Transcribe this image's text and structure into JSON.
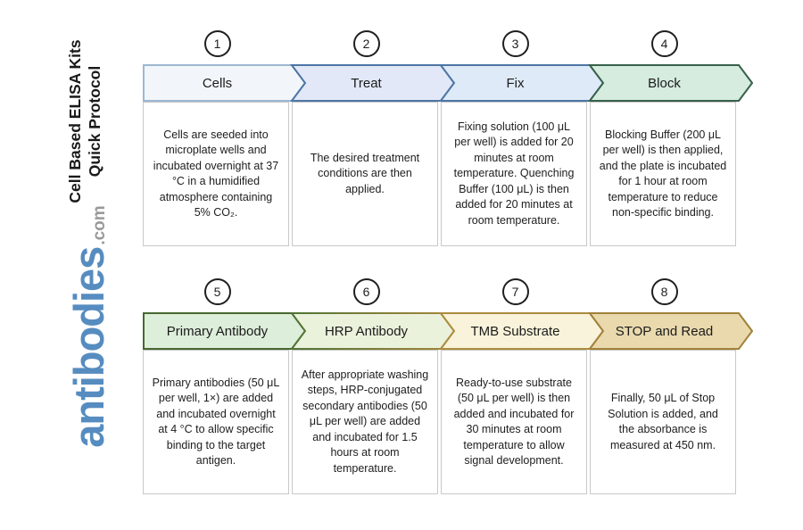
{
  "sidebar": {
    "title_line1": "Cell Based ELISA Kits",
    "title_line2": "Quick Protocol",
    "logo_text": "antibodies",
    "logo_suffix": ".com",
    "logo_color": "#568cc0",
    "logo_suffix_color": "#9a9a9a"
  },
  "rows": [
    {
      "steps": [
        {
          "number": "1",
          "label": "Cells",
          "fill": "#f2f6fa",
          "border": "#9db7d2",
          "description": "Cells are seeded into microplate wells and incubated overnight at 37 °C in a humidified atmosphere containing 5% CO₂."
        },
        {
          "number": "2",
          "label": "Treat",
          "fill": "#e2e8f7",
          "border": "#4d76a4",
          "description": "The desired treatment conditions are then applied."
        },
        {
          "number": "3",
          "label": "Fix",
          "fill": "#dfeaf8",
          "border": "#4d76a4",
          "description": "Fixing solution (100 μL per well) is added for 20 minutes at room temperature. Quenching Buffer (100 μL) is then added for 20 minutes at room temperature."
        },
        {
          "number": "4",
          "label": "Block",
          "fill": "#d5ecdf",
          "border": "#37614a",
          "description": "Blocking Buffer (200 μL per well) is then applied, and the plate is incubated for 1 hour at room temperature to reduce non-specific binding."
        }
      ]
    },
    {
      "steps": [
        {
          "number": "5",
          "label": "Primary Antibody",
          "fill": "#ddeeda",
          "border": "#47682f",
          "description": "Primary antibodies (50 μL per well, 1×) are added and incubated overnight at 4 °C to allow specific binding to the target antigen."
        },
        {
          "number": "6",
          "label": "HRP Antibody",
          "fill": "#eaf2dc",
          "border": "#4f7434",
          "border2": "#a8873c",
          "description": "After appropriate washing steps, HRP-conjugated secondary antibodies (50 μL per well) are added and incubated for 1.5 hours at room temperature."
        },
        {
          "number": "7",
          "label": "TMB Substrate",
          "fill": "#f8f3da",
          "border": "#ab8c3e",
          "description": "Ready-to-use substrate (50 μL per well) is then added and incubated for 30 minutes at room temperature to allow signal development."
        },
        {
          "number": "8",
          "label": "STOP and Read",
          "fill": "#e9d9ad",
          "border": "#a1813a",
          "description": "Finally, 50 μL of Stop Solution is added, and the absorbance is measured at 450 nm."
        }
      ]
    }
  ]
}
